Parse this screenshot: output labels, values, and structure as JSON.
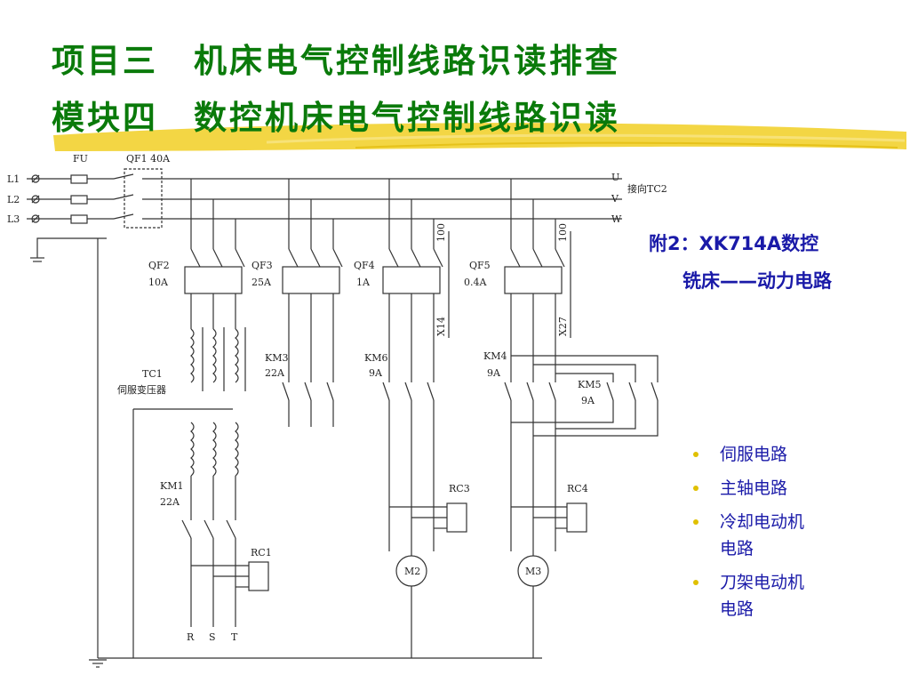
{
  "title": {
    "line1": "项目三　机床电气控制线路识读排查",
    "line2": "模块四　数控机床电气控制线路识读"
  },
  "annotation": {
    "line1": "附2：XK714A数控",
    "line2": "铣床——动力电路"
  },
  "bullets": [
    {
      "line1": "伺服电路",
      "line2": ""
    },
    {
      "line1": "主轴电路",
      "line2": ""
    },
    {
      "line1": "冷却电动机",
      "line2": "电路"
    },
    {
      "line1": "刀架电动机",
      "line2": "电路"
    }
  ],
  "colors": {
    "title": "#0a7a0a",
    "text": "#1a1aa8",
    "bullet": "#e0c000",
    "brush": "#f2d230"
  },
  "diagram": {
    "phases": [
      "L1",
      "L2",
      "L3"
    ],
    "buses": [
      "U",
      "V",
      "W"
    ],
    "to_tc2": "接向TC2",
    "fuse": "FU",
    "qf1": "QF1 40A",
    "qf2": {
      "name": "QF2",
      "rating": "10A"
    },
    "qf3": {
      "name": "QF3",
      "rating": "25A"
    },
    "qf4": {
      "name": "QF4",
      "rating": "1A"
    },
    "qf5": {
      "name": "QF5",
      "rating": "0.4A"
    },
    "km1": {
      "name": "KM1",
      "rating": "22A"
    },
    "km3": {
      "name": "KM3",
      "rating": "22A"
    },
    "km4": {
      "name": "KM4",
      "rating": "9A"
    },
    "km5": {
      "name": "KM5",
      "rating": "9A"
    },
    "km6": {
      "name": "KM6",
      "rating": "9A"
    },
    "tc1": {
      "name": "TC1",
      "desc": "伺服变压器"
    },
    "rc": [
      "RC1",
      "RC3",
      "RC4"
    ],
    "motors": [
      "M2",
      "M3"
    ],
    "outputs": [
      "R",
      "S",
      "T"
    ],
    "wire_x14": "X14",
    "wire_x27": "X27",
    "label_100": "100"
  }
}
